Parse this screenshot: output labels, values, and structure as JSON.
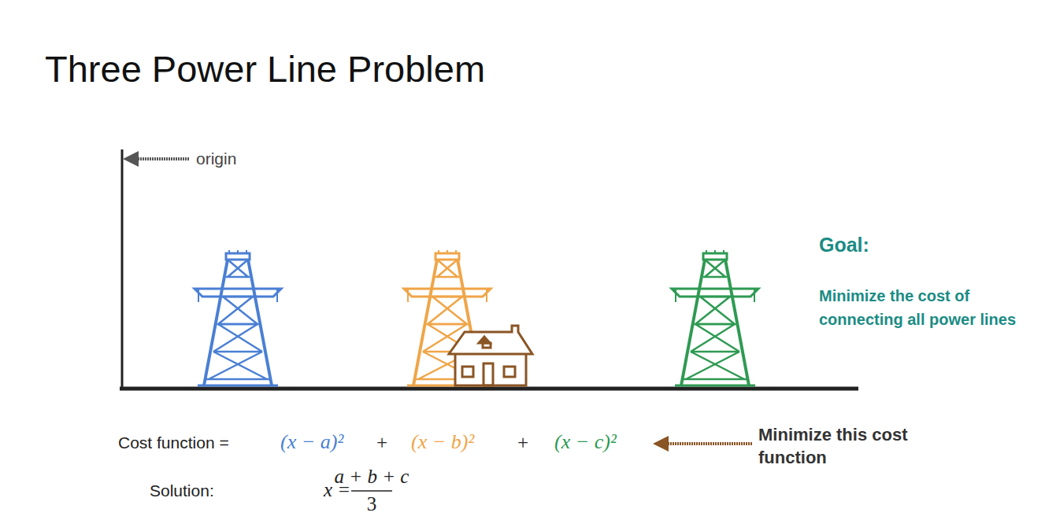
{
  "diagram": {
    "title": "Three Power Line Problem",
    "labels": [
      "origin",
      "Goal:",
      "Minimize the cost of connecting all power lines",
      "Cost function =",
      "(x − a)²",
      "+",
      "(x − b)²",
      "+",
      "(x − c)²",
      "Minimize this cost function",
      "Solution:",
      "x =",
      "a + b + c",
      "3"
    ]
  }
}
